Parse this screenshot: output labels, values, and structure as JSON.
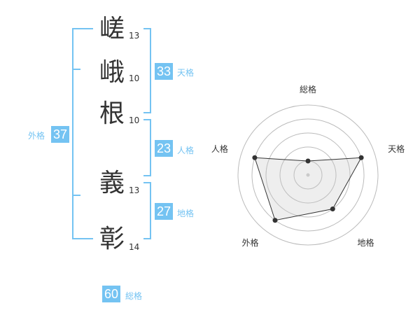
{
  "name": {
    "chars": [
      {
        "char": "嵯",
        "strokes": "13"
      },
      {
        "char": "峨",
        "strokes": "10"
      },
      {
        "char": "根",
        "strokes": "10"
      },
      {
        "char": "義",
        "strokes": "13"
      },
      {
        "char": "彰",
        "strokes": "14"
      }
    ]
  },
  "fortune": {
    "tenkaku": {
      "value": "33",
      "label": "天格"
    },
    "jinkaku": {
      "value": "23",
      "label": "人格"
    },
    "chikaku": {
      "value": "27",
      "label": "地格"
    },
    "gaikaku": {
      "value": "37",
      "label": "外格"
    },
    "soukaku": {
      "value": "60",
      "label": "総格"
    }
  },
  "colors": {
    "accent": "#74c3f2",
    "text": "#333333",
    "grid": "#bbbbbb"
  },
  "chart_data": {
    "type": "radar",
    "axes": [
      "総格",
      "天格",
      "地格",
      "外格",
      "人格"
    ],
    "rings": 5,
    "values": [
      0.2,
      0.8,
      0.6,
      0.8,
      0.8
    ]
  }
}
